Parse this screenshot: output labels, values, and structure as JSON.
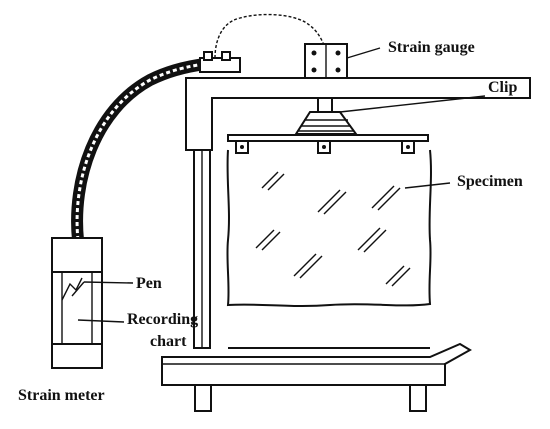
{
  "labels": {
    "strain_gauge": "Strain gauge",
    "clip": "Clip",
    "specimen": "Specimen",
    "pen": "Pen",
    "recording_chart_1": "Recording",
    "recording_chart_2": "chart",
    "strain_meter": "Strain meter"
  },
  "colors": {
    "line": "#111111",
    "background": "#ffffff"
  }
}
